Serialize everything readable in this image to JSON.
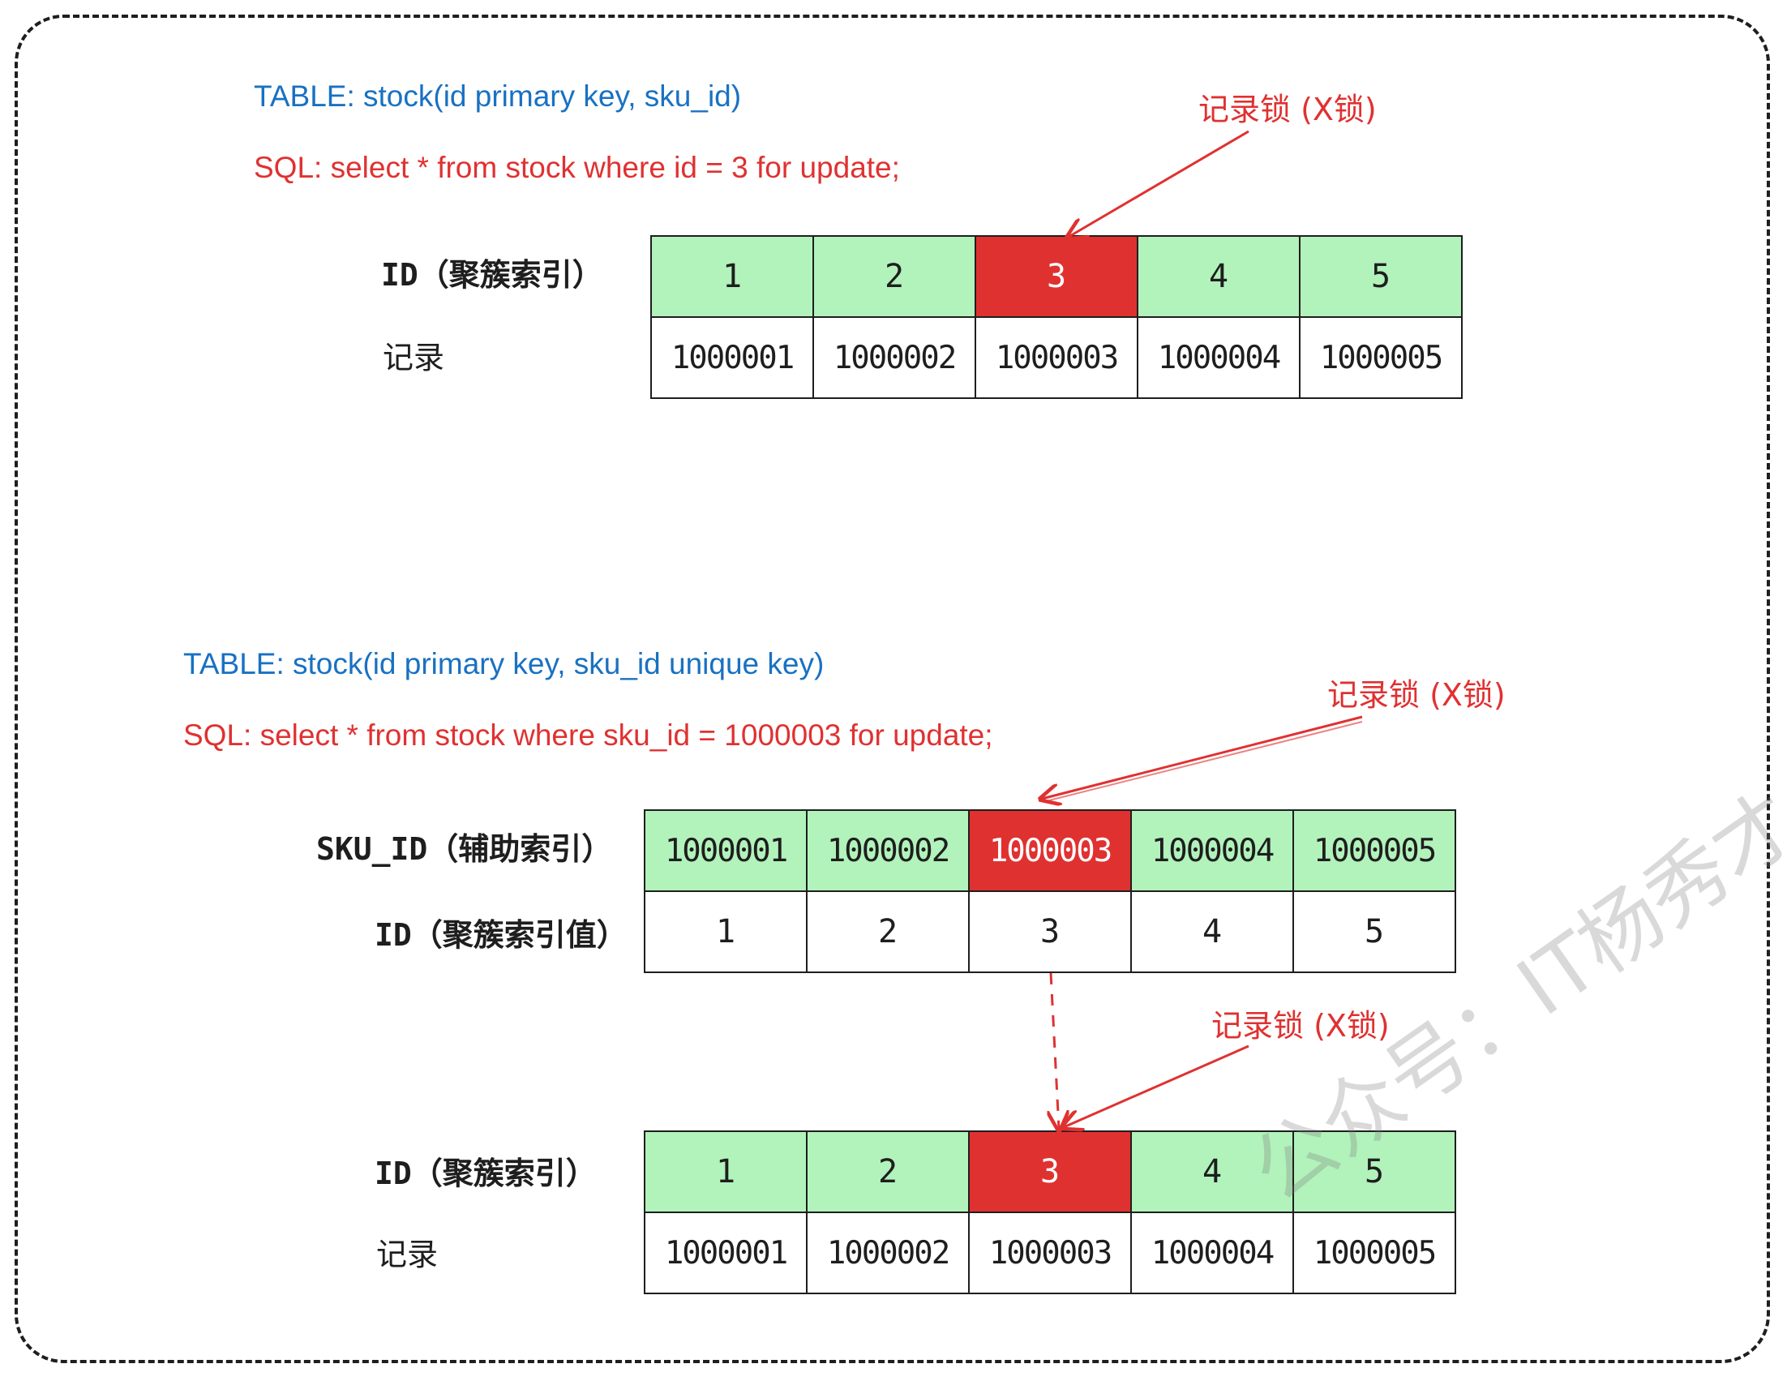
{
  "section1": {
    "table_text": "TABLE: stock(id primary key, sku_id)",
    "sql_text": "SQL: select * from stock where id = 3 for update;",
    "lock_label": "记录锁 (X锁)",
    "row_labels": {
      "key": "ID（聚簇索引）",
      "record": "记录"
    },
    "keys": [
      "1",
      "2",
      "3",
      "4",
      "5"
    ],
    "records": [
      "1000001",
      "1000002",
      "1000003",
      "1000004",
      "1000005"
    ],
    "locked_index": 2
  },
  "section2": {
    "table_text": "TABLE: stock(id primary key, sku_id unique key)",
    "sql_text": "SQL: select * from stock where sku_id = 1000003 for update;",
    "secondary": {
      "lock_label": "记录锁 (X锁)",
      "row_labels": {
        "key": "SKU_ID（辅助索引）",
        "value": "ID（聚簇索引值）"
      },
      "keys": [
        "1000001",
        "1000002",
        "1000003",
        "1000004",
        "1000005"
      ],
      "values": [
        "1",
        "2",
        "3",
        "4",
        "5"
      ],
      "locked_index": 2
    },
    "clustered": {
      "lock_label": "记录锁 (X锁)",
      "row_labels": {
        "key": "ID（聚簇索引）",
        "record": "记录"
      },
      "keys": [
        "1",
        "2",
        "3",
        "4",
        "5"
      ],
      "records": [
        "1000001",
        "1000002",
        "1000003",
        "1000004",
        "1000005"
      ],
      "locked_index": 2
    }
  },
  "watermark": "公众号：IT杨秀才",
  "colors": {
    "blue_text": "#1971c2",
    "red_text": "#e03131",
    "green_cell": "#b2f2bb",
    "red_cell": "#e03131",
    "stroke": "#1e1e1e"
  }
}
